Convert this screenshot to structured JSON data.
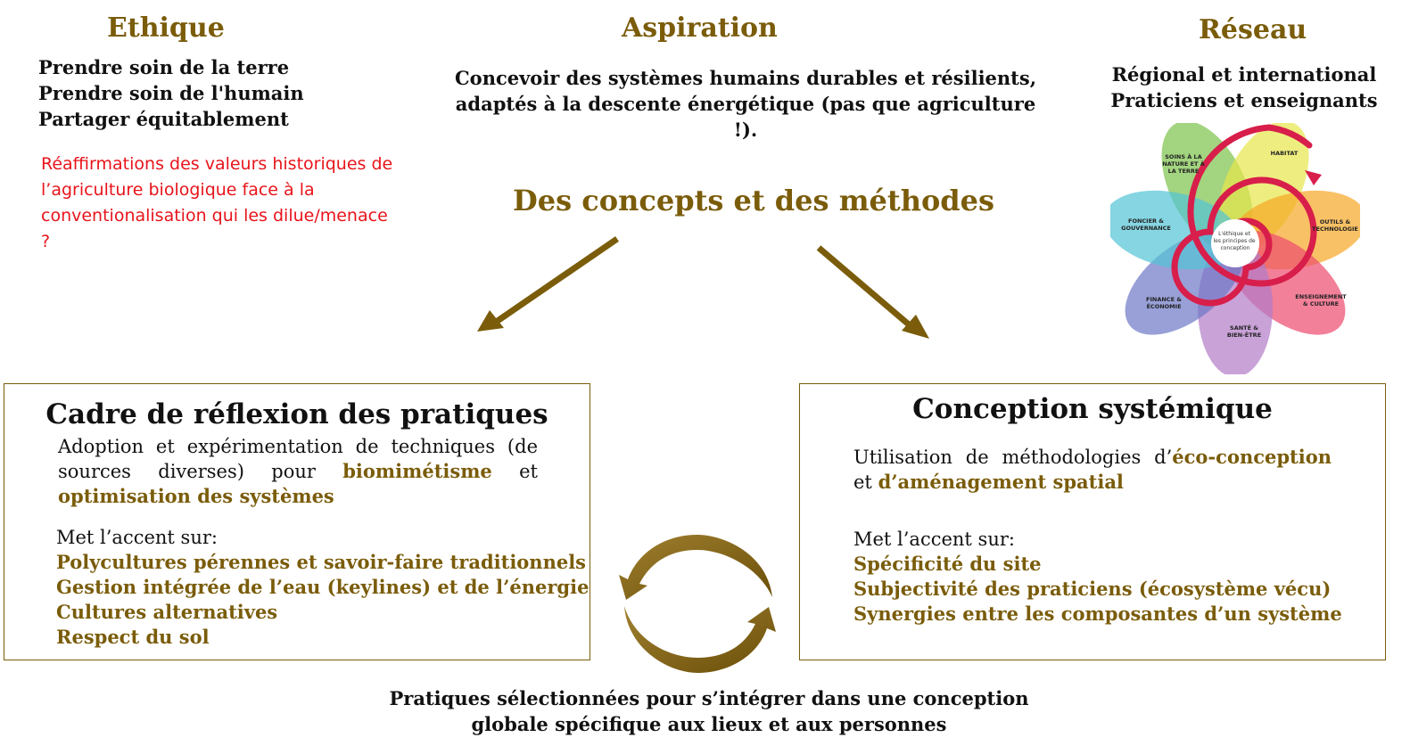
{
  "ethique": {
    "title": "Ethique",
    "lines": [
      "Prendre soin de la terre",
      "Prendre soin de l'humain",
      "Partager équitablement"
    ],
    "note": "Réaffirmations des valeurs historiques de l’agriculture biologique face à la conventionalisation qui les dilue/menace ?"
  },
  "aspiration": {
    "title": "Aspiration",
    "lines": [
      "Concevoir des systèmes humains durables et résilients,",
      "adaptés à la descente énergétique (pas que agriculture !)."
    ]
  },
  "reseau": {
    "title": "Réseau",
    "lines": [
      "Régional et international",
      "Praticiens et enseignants"
    ]
  },
  "flower": {
    "center": "L'éthique et les principes de conception",
    "petals": [
      {
        "label": "SOINS À LA NATURE ET À LA TERRE",
        "color": "#7cc24a"
      },
      {
        "label": "HABITAT",
        "color": "#e7e64a"
      },
      {
        "label": "OUTILS & TECHNOLOGIE",
        "color": "#f6a623"
      },
      {
        "label": "ENSEIGNEMENT & CULTURE",
        "color": "#ec4a6e"
      },
      {
        "label": "SANTÉ & BIEN-ÊTRE",
        "color": "#b27bc7"
      },
      {
        "label": "FINANCE & ÉCONOMIE",
        "color": "#6c78c6"
      },
      {
        "label": "FONCIER & GOUVERNANCE",
        "color": "#52c3d5"
      }
    ],
    "spiral_color": "#d81e4a"
  },
  "concepts": {
    "title": "Des concepts et des méthodes"
  },
  "cadre": {
    "title": "Cadre de réflexion des pratiques",
    "text_before": "Adoption et expérimentation de techniques (de sources diverses) pour",
    "highlight1": "biomimétisme",
    "connector": "et",
    "highlight2": "optimisation des systèmes",
    "focus_label": "Met l’accent sur:",
    "focus": [
      "Polycultures pérennes et savoir-faire traditionnels",
      "Gestion intégrée de l’eau (keylines) et de l’énergie",
      "Cultures alternatives",
      "Respect du sol"
    ]
  },
  "conception": {
    "title": "Conception systémique",
    "text_before": "Utilisation de méthodologies d’",
    "highlight1": "éco-conception",
    "connector": "et",
    "highlight2": "d’aménagement spatial",
    "focus_label": "Met l’accent sur:",
    "focus": [
      "Spécificité du site",
      "Subjectivité des praticiens (écosystème vécu)",
      "Synergies entre les composantes d’un système"
    ]
  },
  "bottom": {
    "lines": [
      "Pratiques sélectionnées pour s’intégrer dans une conception",
      "globale spécifique aux lieux et aux personnes"
    ]
  },
  "colors": {
    "accent": "#7a5c0a",
    "note": "#e8141b"
  }
}
